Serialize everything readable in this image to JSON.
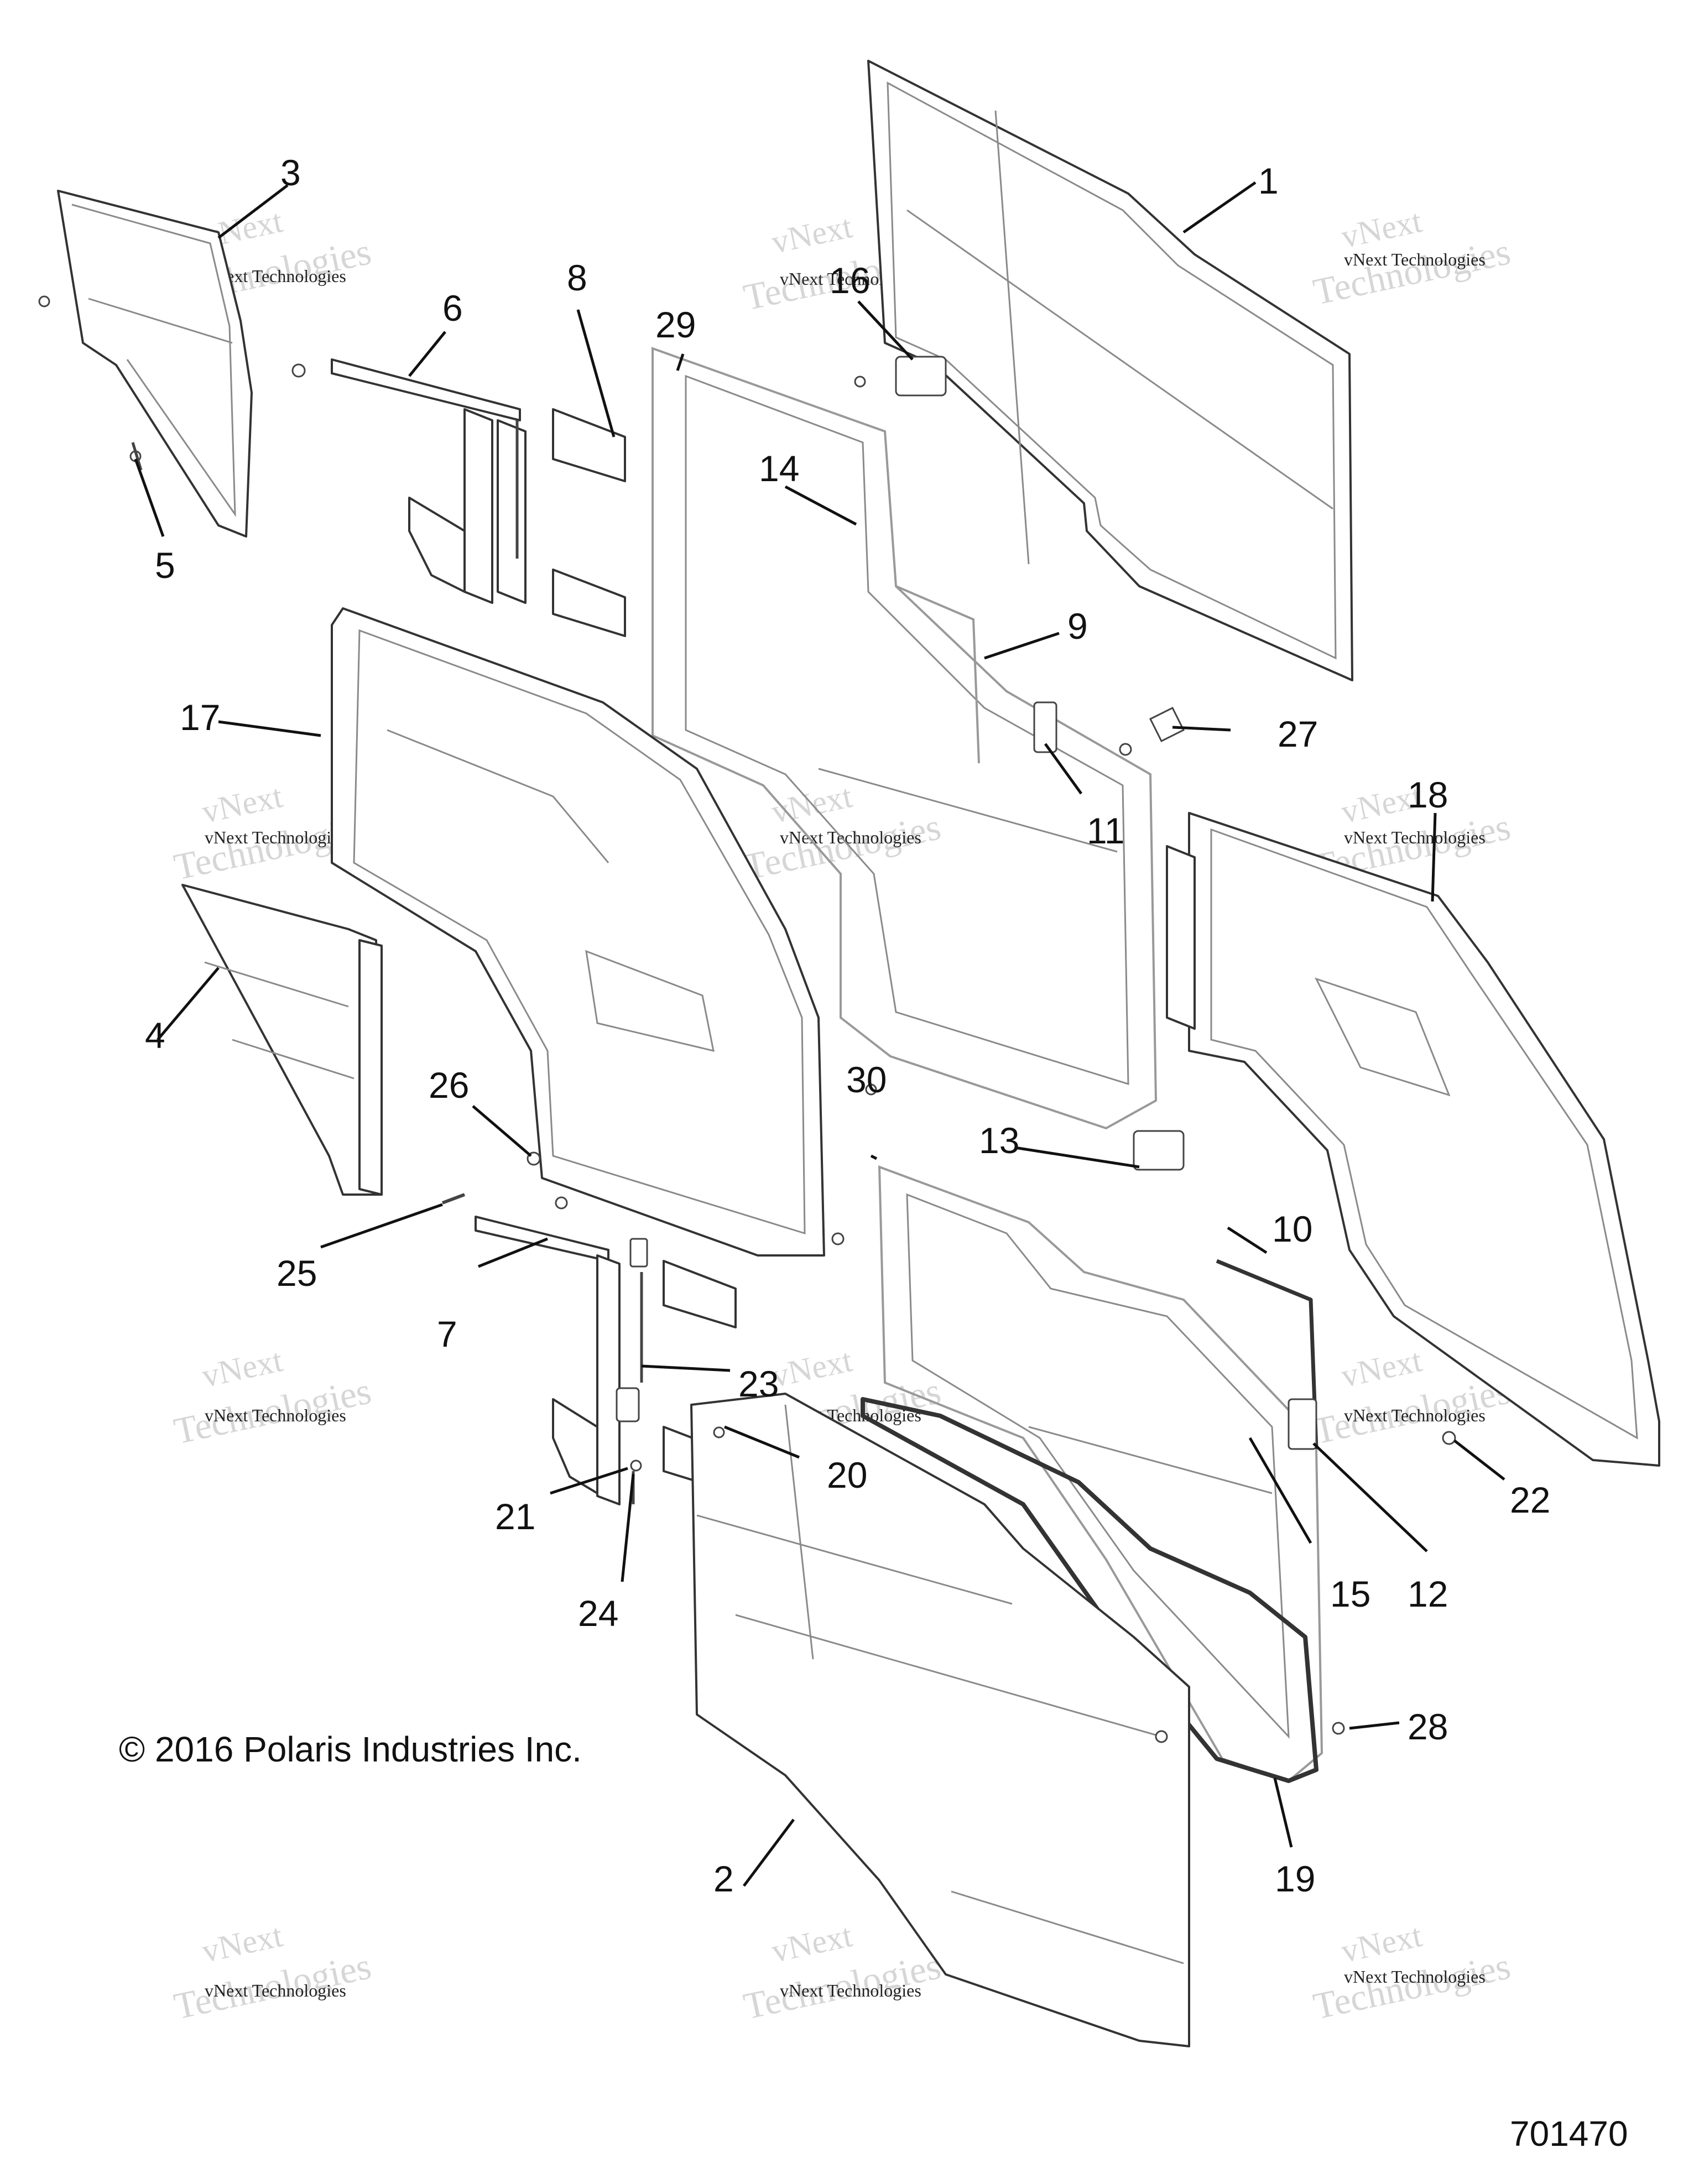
{
  "diagram": {
    "copyright": "© 2016 Polaris Industries Inc.",
    "drawing_number": "701470",
    "watermark_text": "vNext Technologies",
    "watermark_big": [
      "vNext",
      "Technologies"
    ],
    "callouts": [
      "1",
      "2",
      "3",
      "4",
      "5",
      "6",
      "7",
      "8",
      "9",
      "10",
      "11",
      "12",
      "13",
      "14",
      "15",
      "16",
      "17",
      "18",
      "19",
      "20",
      "21",
      "22",
      "23",
      "24",
      "25",
      "26",
      "27",
      "28",
      "29",
      "30"
    ]
  }
}
